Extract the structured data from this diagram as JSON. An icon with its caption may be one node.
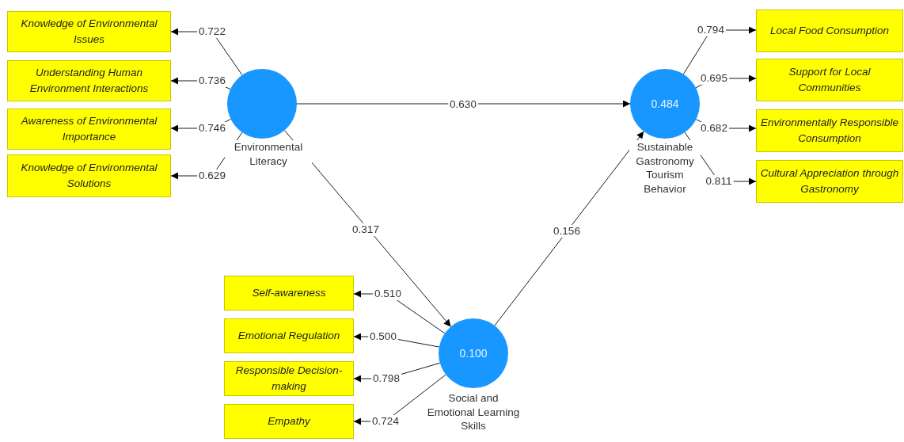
{
  "diagram": {
    "nodes": [
      {
        "text": [
          "Knowledge of Environmental Issues"
        ]
      },
      {
        "text": [
          "Understanding Human Environment Interactions"
        ]
      },
      {
        "text": [
          "Awareness of Environmental Importance"
        ]
      },
      {
        "text": [
          "Knowledge of Environmental Solutions"
        ]
      },
      {
        "text": [
          "Environmental Literacy"
        ]
      },
      {
        "text": [
          "0.484",
          "Sustainable Gastronomy Tourism Behavior"
        ]
      },
      {
        "text": [
          "Local Food Consumption"
        ]
      },
      {
        "text": [
          "Support for Local Communities"
        ]
      },
      {
        "text": [
          "Environmentally Responsible Consumption"
        ]
      },
      {
        "text": [
          "Cultural Appreciation through Gastronomy"
        ]
      },
      {
        "text": [
          "Self-awareness"
        ]
      },
      {
        "text": [
          "Emotional Regulation"
        ]
      },
      {
        "text": [
          "Responsible Decision-making"
        ]
      },
      {
        "text": [
          "Empathy"
        ]
      },
      {
        "text": [
          "0.100",
          "Social and Emotional Learning Skills"
        ]
      }
    ],
    "edges": [
      {
        "from": 4,
        "to": 0,
        "arrow": "to",
        "label": "0.722"
      },
      {
        "from": 4,
        "to": 1,
        "arrow": "to",
        "label": "0.736"
      },
      {
        "from": 4,
        "to": 2,
        "arrow": "to",
        "label": "0.746"
      },
      {
        "from": 4,
        "to": 3,
        "arrow": "to",
        "label": "0.629"
      },
      {
        "from": 4,
        "to": 5,
        "arrow": "to",
        "label": "0.630"
      },
      {
        "from": 4,
        "to": 14,
        "arrow": "to",
        "label": "0.317"
      },
      {
        "from": 14,
        "to": 5,
        "arrow": "to",
        "label": "0.156"
      },
      {
        "from": 5,
        "to": 6,
        "arrow": "to",
        "label": "0.794"
      },
      {
        "from": 5,
        "to": 7,
        "arrow": "to",
        "label": "0.695"
      },
      {
        "from": 5,
        "to": 8,
        "arrow": "to",
        "label": "0.682"
      },
      {
        "from": 5,
        "to": 9,
        "arrow": "to",
        "label": "0.811"
      },
      {
        "from": 14,
        "to": 10,
        "arrow": "to",
        "label": "0.510"
      },
      {
        "from": 14,
        "to": 11,
        "arrow": "to",
        "label": "0.500"
      },
      {
        "from": 14,
        "to": 12,
        "arrow": "to",
        "label": "0.798"
      },
      {
        "from": 14,
        "to": 13,
        "arrow": "to",
        "label": "0.724"
      }
    ]
  }
}
